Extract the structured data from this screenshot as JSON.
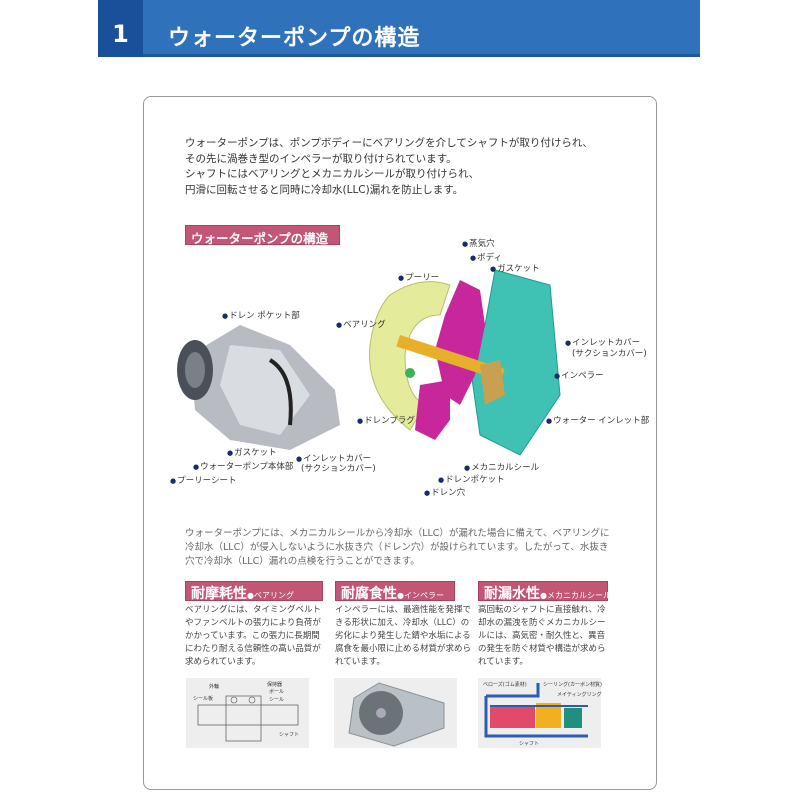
{
  "header": {
    "number": "1",
    "title": "ウォーターポンプの構造"
  },
  "intro": [
    "ウォーターポンプは、ポンプボディーにベアリングを介してシャフトが取り付けられ、",
    "その先に渦巻き型のインペラーが取り付けられています。",
    "シャフトにはベアリングとメカニカルシールが取り付けられ、",
    "円滑に回転させると同時に冷却水(LLC)漏れを防止します。"
  ],
  "diagram": {
    "title": "ウォーターポンプの構造図",
    "left_labels": [
      "ドレン ポケット部",
      "ガスケット",
      "ウォーターポンプ本体部",
      "プーリーシート",
      "インレットカバー",
      "(サクションカバー)"
    ],
    "right_labels": [
      "蒸気穴",
      "ボディ",
      "ガスケット",
      "プーリー",
      "ベアリング",
      "インレットカバー",
      "(サクションカバー)",
      "インペラー",
      "ドレンプラグ",
      "ウォーター インレット部",
      "メカニカルシール",
      "ドレンポケット",
      "ドレン穴"
    ],
    "colors": {
      "pulley": "#e4eb9a",
      "body": "#c8279c",
      "cover": "#3fc1b4",
      "shaft": "#e8b02a",
      "gasket": "#2a63c4"
    }
  },
  "note": "ウォーターポンプには、メカニカルシールから冷却水（LLC）が漏れた場合に備えて、ベアリングに冷却水（LLC）が侵入しないように水抜き穴（ドレン穴）が設けられています。したがって、水抜き穴で冷却水（LLC）漏れの点検を行うことができます。",
  "sections": [
    {
      "title": "耐摩耗性",
      "sub": "●ベアリング",
      "body": "ベアリングには、タイミングベルトやファンベルトの張力により負荷がかかっています。この張力に長期間にわたり耐える信頼性の高い品質が求められています。",
      "labels": [
        "外輪",
        "保持器",
        "ボール",
        "シール板",
        "シール",
        "シャフト"
      ]
    },
    {
      "title": "耐腐食性",
      "sub": "●インペラー",
      "body": "インペラーには、最適性能を発揮できる形状に加え、冷却水（LLC）の劣化により発生した錆や水垢による腐食を最小限に止める材質が求められています。"
    },
    {
      "title": "耐漏水性",
      "sub": "●メカニカルシール",
      "body": "高回転のシャフトに直接触れ、冷却水の漏洩を防ぐメカニカルシールには、高気密・耐久性と、異音の発生を防ぐ材質や構造が求められています。",
      "labels": [
        "ベローズ(ゴム素材)",
        "シーリング(カーボン材質)",
        "メイティングリング",
        "シャフト"
      ]
    }
  ],
  "colors": {
    "header": "#2f72bb",
    "header_dark": "#1a4f9a",
    "badge": "#c25674"
  }
}
